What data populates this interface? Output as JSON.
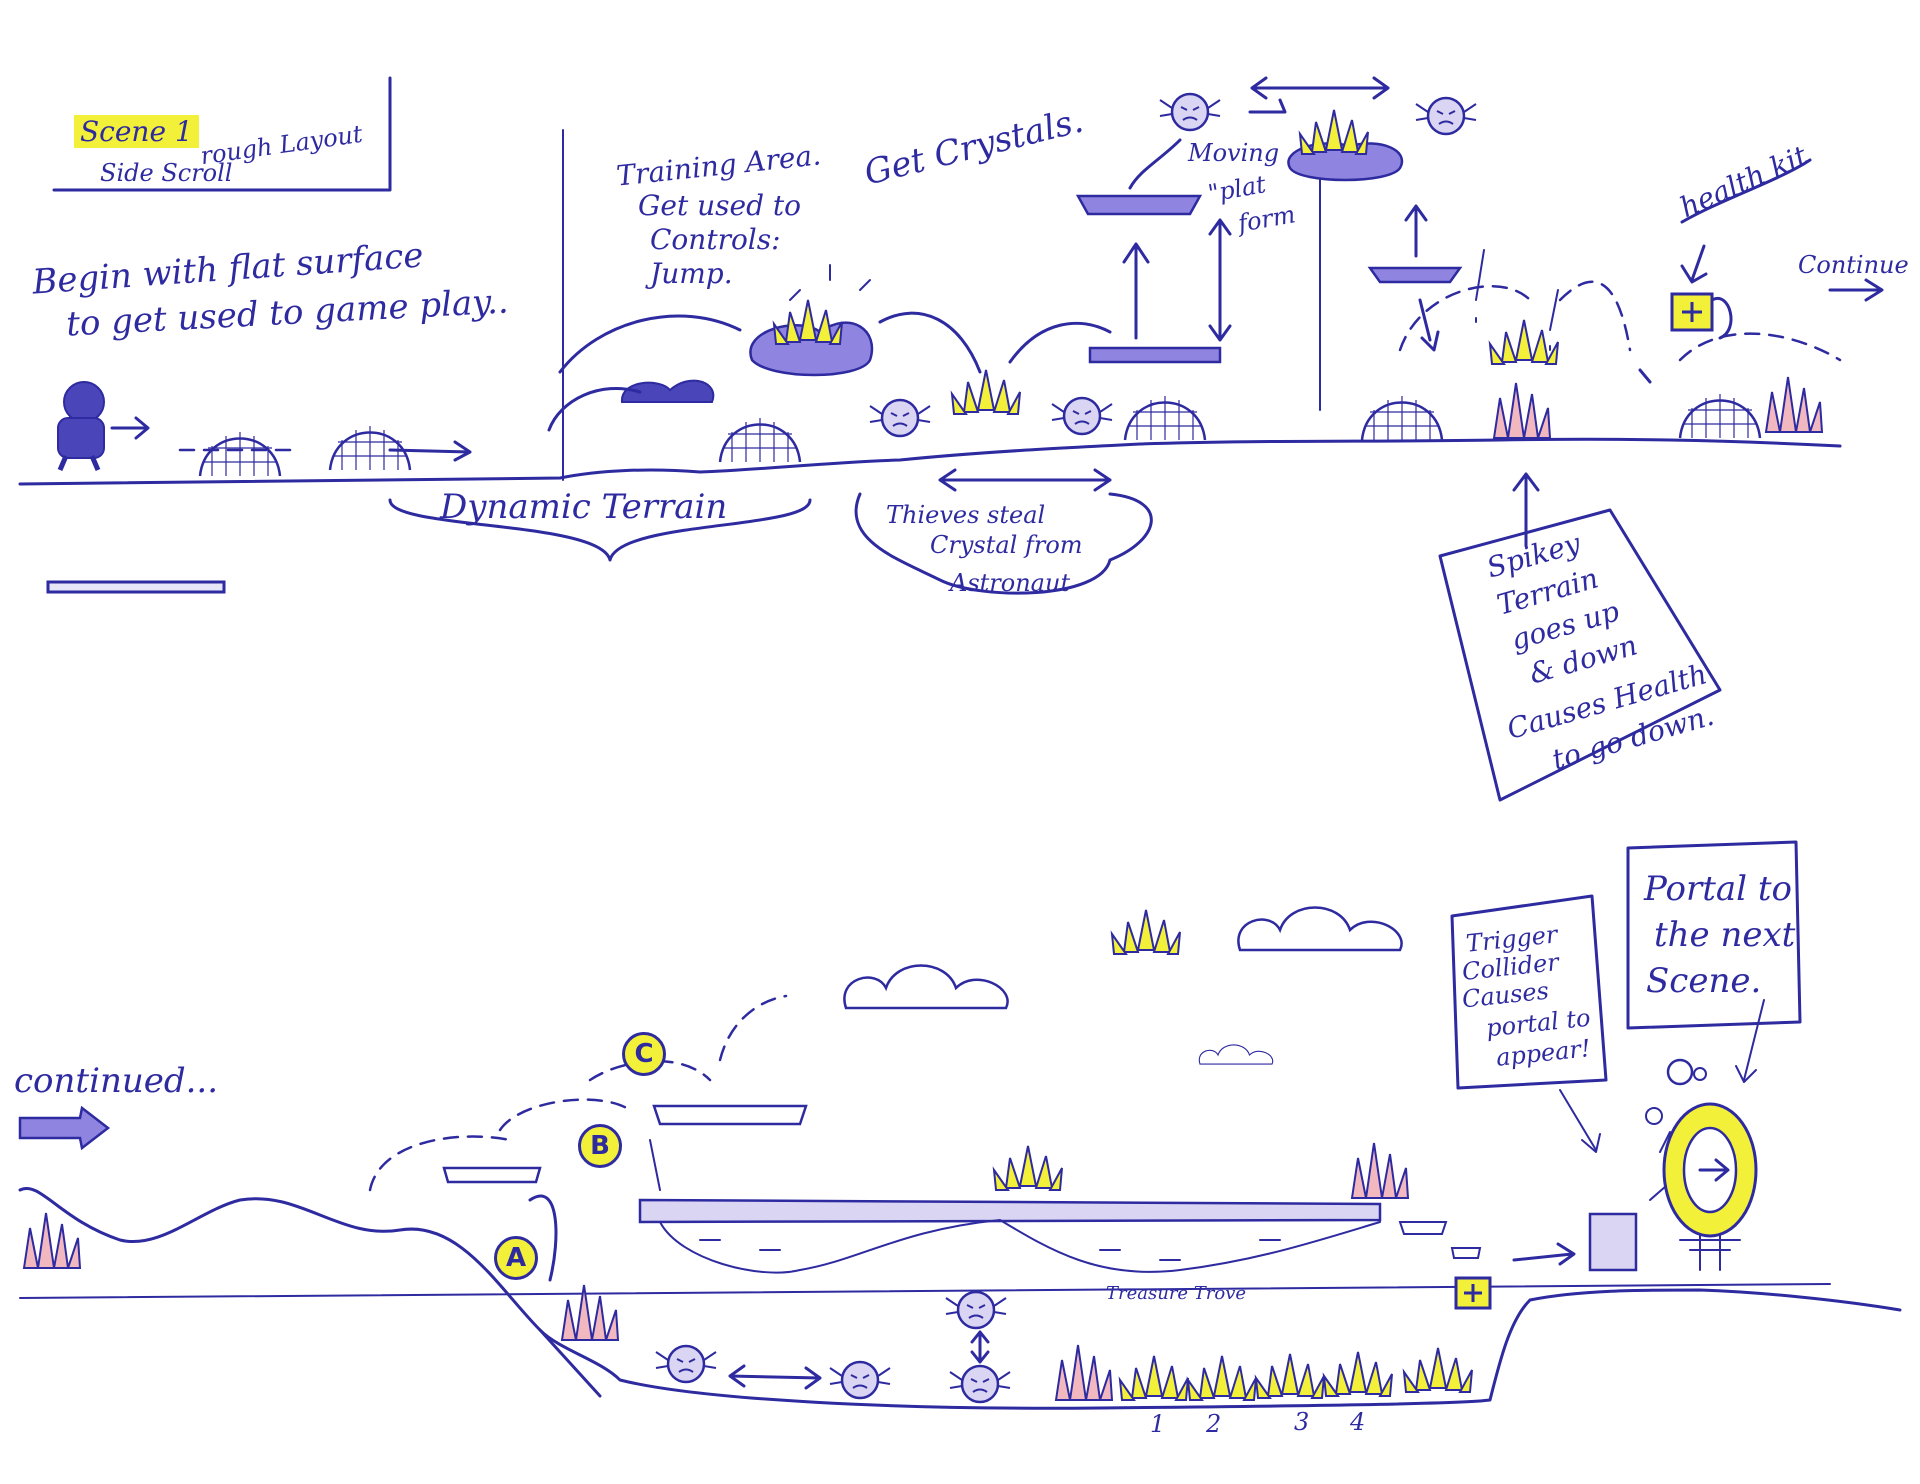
{
  "colors": {
    "ink": "#2e2aa0",
    "highlight": "#f3f03a",
    "platform": "#7a6fd6",
    "danger": "#e98f9a",
    "background": "#ffffff"
  },
  "title": {
    "scene": "Scene 1",
    "subtitle1": "rough Layout",
    "subtitle2": "Side Scroll"
  },
  "notes": {
    "begin_line1": "Begin with flat surface",
    "begin_line2": "to get used to game play..",
    "training_line1": "Training Area.",
    "training_line2": "Get used to",
    "training_line3": "Controls:",
    "training_line4": "Jump.",
    "get_crystals": "Get Crystals.",
    "moving": "Moving",
    "platform": "\"plat",
    "form": "form",
    "health_kit": "health kit",
    "continue": "Continue",
    "dynamic_terrain": "Dynamic Terrain",
    "thieves_line1": "Thieves steal",
    "thieves_line2": "Crystal from",
    "thieves_line3": "Astronaut",
    "spikey_line1": "Spikey",
    "spikey_line2": "Terrain",
    "spikey_line3": "goes up",
    "spikey_line4": "& down",
    "spikey_line5": "Causes Health",
    "spikey_line6": "to go down.",
    "continued": "continued...",
    "treasure_trove": "Treasure Trove",
    "trigger_line1": "Trigger",
    "trigger_line2": "Collider",
    "trigger_line3": "Causes",
    "trigger_line4": "portal to",
    "trigger_line5": "appear!",
    "portal_line1": "Portal to",
    "portal_line2": "the next",
    "portal_line3": "Scene."
  },
  "markers": {
    "a": "A",
    "b": "B",
    "c": "C"
  },
  "treasure_numbers": [
    "1",
    "2",
    "3",
    "4"
  ],
  "icons": {
    "player": "astronaut-icon",
    "enemy": "thief-creature-icon",
    "crystal": "crystal-cluster-icon",
    "health": "health-kit-icon",
    "portal": "portal-ring-icon",
    "cloud": "cloud-icon",
    "spikes": "spike-plant-icon"
  }
}
